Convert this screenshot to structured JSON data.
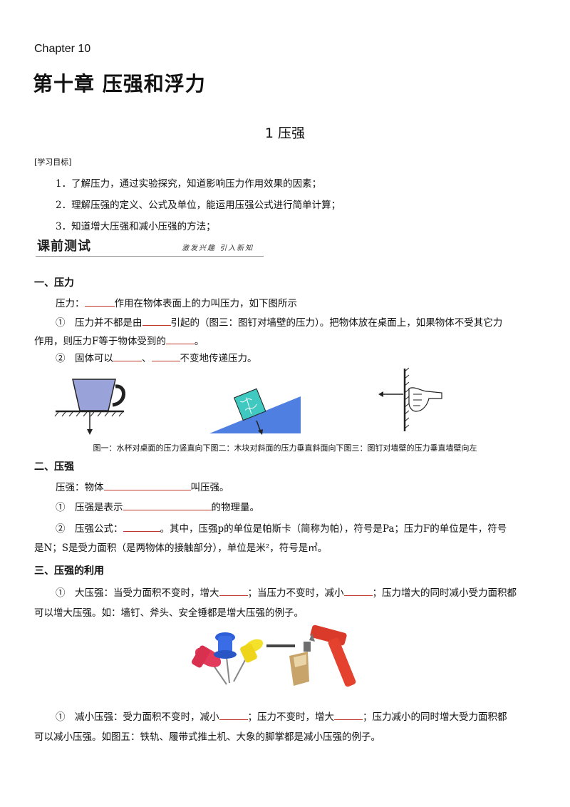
{
  "header": {
    "chapter": "Chapter  10",
    "title": "第十章 压强和浮力",
    "section": "1 压强"
  },
  "objectives": {
    "label": "[学习目标]",
    "items": [
      "1．了解压力，通过实验探究，知道影响压力作用效果的因素；",
      "2．理解压强的定义、公式及单位，能运用压强公式进行简单计算；",
      "3．知道增大压强和减小压强的方法；"
    ]
  },
  "banner": {
    "label": "课前测试",
    "subtitle": "激发兴趣 引入新知"
  },
  "part1": {
    "heading": "一、压力",
    "def_a": "压力：",
    "def_b": "作用在物体表面上的力叫压力，如下图所示",
    "p1_a": "①　压力并不都是由",
    "p1_b": "引起的（图三：图钉对墙壁的压力）。把物体放在桌面上，如果物体不受其它力",
    "p1_c": "作用，则压力F等于物体受到的",
    "p1_d": "。",
    "p2_a": "②　固体可以",
    "p2_b": "、",
    "p2_c": "不变地传递压力。",
    "caption": "图一：水杯对桌面的压力竖直向下图二：木块对斜面的压力垂直斜面向下图三：图钉对墙壁的压力垂直墙壁向左"
  },
  "part2": {
    "heading": "二、压强",
    "def_a": "压强：物体",
    "def_b": "叫压强。",
    "p1_a": "①　压强是表示",
    "p1_b": "的物理量。",
    "p2_a": "②　压强公式：",
    "p2_b": "。其中，压强p的单位是帕斯卡（简称为帕），符号是Pa；压力F的单位是牛，符号",
    "p2_c": "是N；S是受力面积（是两物体的接触部分），单位是米²，符号是㎡。"
  },
  "part3": {
    "heading": "三、压强的利用",
    "p1_a": "①　大压强：当受力面积不变时，增大",
    "p1_b": "；当压力不变时，减小",
    "p1_c": "；压力增大的同时减小受力面积都",
    "p1_d": "可以增大压强。如：墙钉、斧头、安全锤都是增大压强的例子。",
    "p2_a": "①　减小压强：受力面积不变时，减小",
    "p2_b": "；压力不变时，增大",
    "p2_c": "；压力减小的同时增大受力面积都",
    "p2_d": "可以减小压强。如图五：铁轨、履带式推土机、大象的脚掌都是减小压强的例子。"
  },
  "colors": {
    "blank_underline": "#c0392b",
    "cup": "#9aa3d9",
    "slope": "#4f7fe0",
    "block": "#3fc9c0"
  },
  "icons": [
    "thumbtack-red-icon",
    "thumbtack-blue-icon",
    "thumbtack-yellow-icon",
    "axe-icon",
    "safety-hammer-icon"
  ]
}
